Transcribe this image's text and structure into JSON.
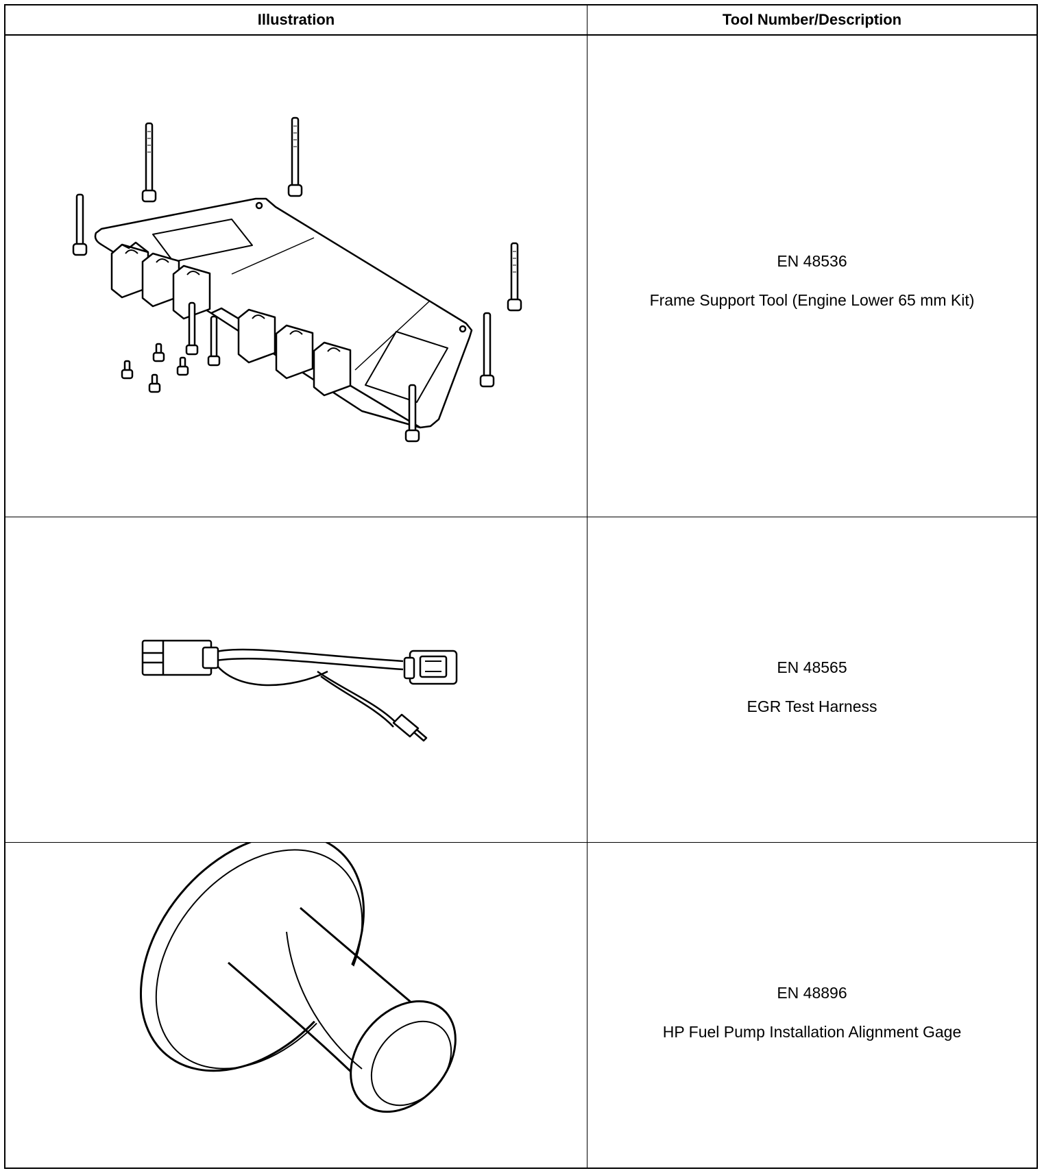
{
  "headers": {
    "illustration": "Illustration",
    "tool": "Tool Number/Description"
  },
  "rows": [
    {
      "number": "EN 48536",
      "description": "Frame Support Tool (Engine Lower 65 mm Kit)",
      "illustration_icon": "frame-support-tool-icon"
    },
    {
      "number": "EN 48565",
      "description": "EGR Test Harness",
      "illustration_icon": "egr-test-harness-icon"
    },
    {
      "number": "EN 48896",
      "description": "HP Fuel Pump Installation Alignment Gage",
      "illustration_icon": "fuel-pump-alignment-gage-icon"
    }
  ]
}
